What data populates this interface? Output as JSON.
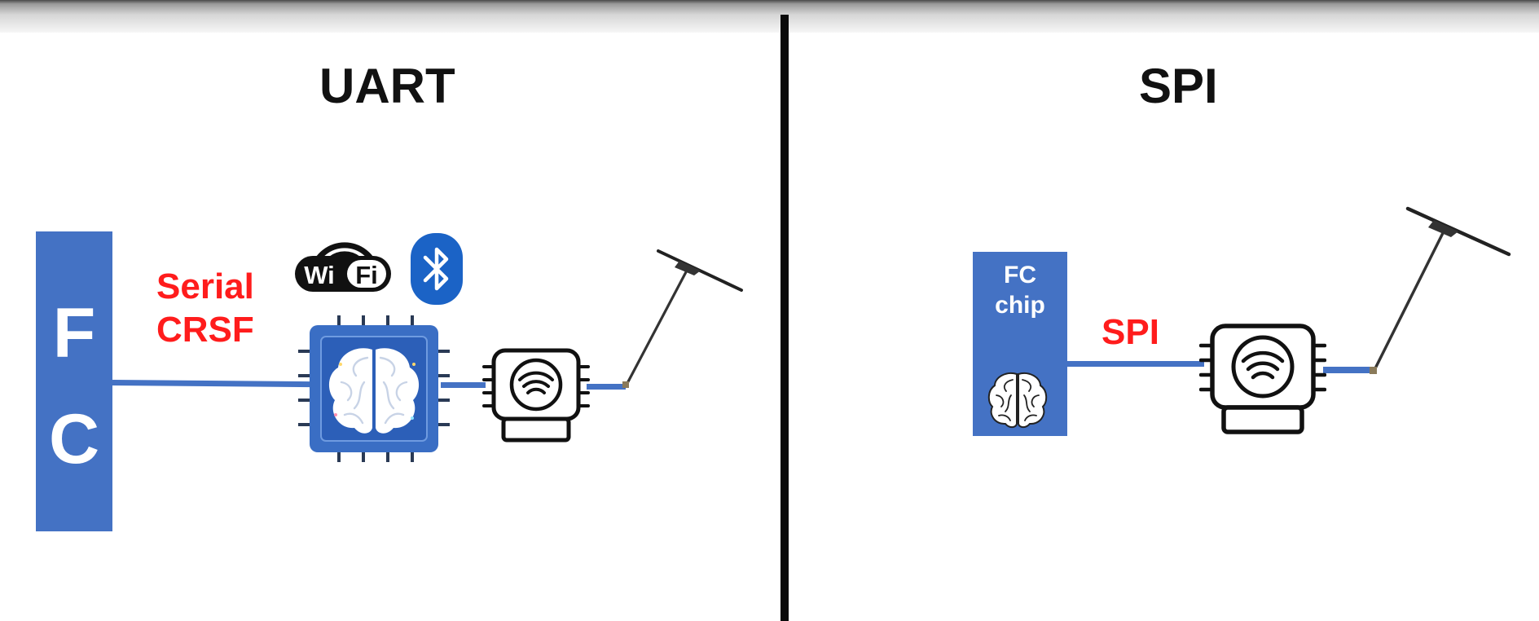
{
  "uart": {
    "title": "UART",
    "fc_top": "F",
    "fc_bottom": "C",
    "link_line1": "Serial",
    "link_line2": "CRSF",
    "wifi_label": "Wi Fi"
  },
  "spi": {
    "title": "SPI",
    "chip_line1": "FC",
    "chip_line2": "chip",
    "link_label": "SPI"
  },
  "colors": {
    "accent_blue": "#4472c4",
    "label_red": "#ff1c1c",
    "bluetooth_blue": "#1b63c6"
  },
  "icons": [
    "wifi-logo-icon",
    "bluetooth-icon",
    "brain-chip-icon",
    "rf-module-icon",
    "antenna-icon",
    "brain-icon"
  ]
}
